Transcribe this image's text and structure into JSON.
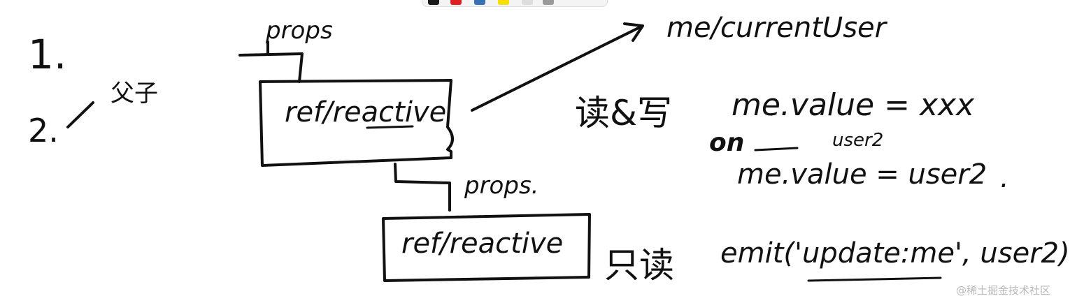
{
  "toolbar": {
    "pen_colors": [
      "#1a1a1a",
      "#e02020",
      "#3a6fb5",
      "#f5e000",
      "#dddddd",
      "#9a9a9a"
    ]
  },
  "notes": {
    "item1": "1.",
    "item2": "2.",
    "item2_char": "父子",
    "box_top_props": "props",
    "box_top_label": "ref/reactive",
    "arrow_target": "me/currentUser",
    "read_write_zh": "读&写",
    "assign_1": "me.value = xxx",
    "on_text": "on",
    "on_blank": "__",
    "user2_small": "user2",
    "assign_2": "me.value = user2",
    "assign_2_dot": ".",
    "box_bottom_props": "props.",
    "box_bottom_label": "ref/reactive",
    "read_only_zh": "只读",
    "emit_call": "emit('update:me', user2)"
  },
  "watermark": "@稀土掘金技术社区"
}
